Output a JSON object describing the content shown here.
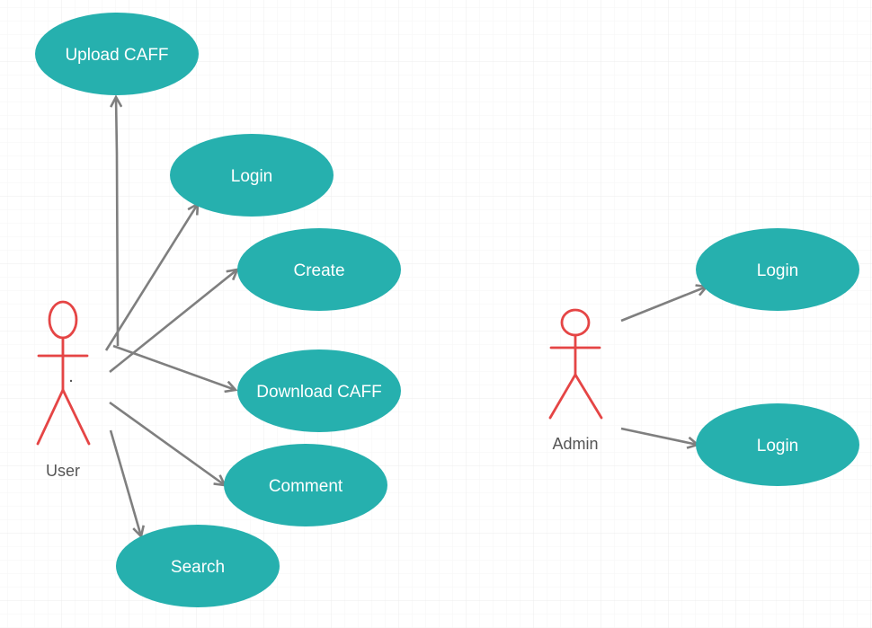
{
  "colors": {
    "use_case_fill": "#26b0ae",
    "use_case_text": "#ffffff",
    "actor_stroke": "#e54545",
    "connector": "#7f7f7f",
    "grid_line": "#ececec",
    "background": "#ffffff"
  },
  "actors": [
    {
      "id": "user",
      "label": "User"
    },
    {
      "id": "admin",
      "label": "Admin"
    }
  ],
  "use_cases": [
    {
      "id": "upload-caff",
      "label": "Upload CAFF"
    },
    {
      "id": "user-login",
      "label": "Login"
    },
    {
      "id": "create",
      "label": "Create"
    },
    {
      "id": "download-caff",
      "label": "Download CAFF"
    },
    {
      "id": "comment",
      "label": "Comment"
    },
    {
      "id": "search",
      "label": "Search"
    },
    {
      "id": "admin-login-1",
      "label": "Login"
    },
    {
      "id": "admin-login-2",
      "label": "Login"
    }
  ],
  "associations": [
    {
      "from": "user",
      "to": "upload-caff"
    },
    {
      "from": "user",
      "to": "user-login"
    },
    {
      "from": "user",
      "to": "create"
    },
    {
      "from": "user",
      "to": "download-caff"
    },
    {
      "from": "user",
      "to": "comment"
    },
    {
      "from": "user",
      "to": "search"
    },
    {
      "from": "admin",
      "to": "admin-login-1"
    },
    {
      "from": "admin",
      "to": "admin-login-2"
    }
  ]
}
